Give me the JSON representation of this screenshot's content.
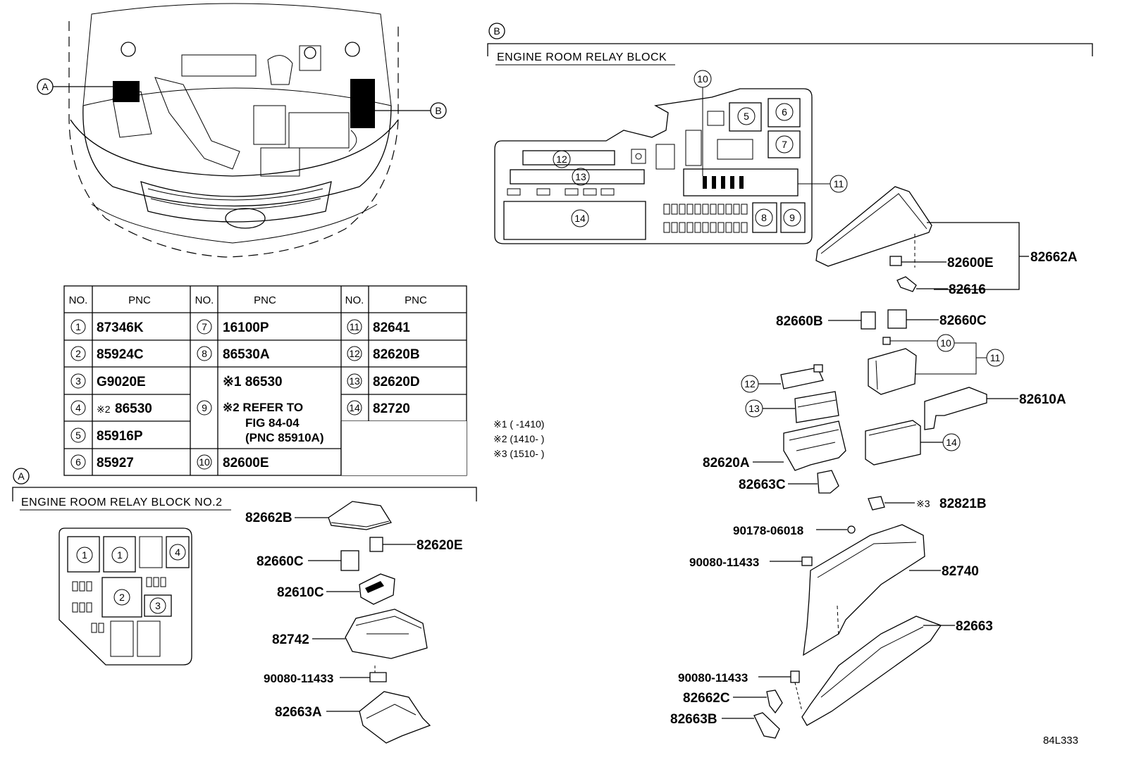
{
  "diagram": {
    "code": "84L333",
    "section_a": {
      "marker": "A",
      "title": "ENGINE ROOM RELAY BLOCK NO.2"
    },
    "section_b": {
      "marker": "B",
      "title": "ENGINE ROOM RELAY BLOCK"
    },
    "overview_markers": [
      "A",
      "B"
    ]
  },
  "pnc_table": {
    "headers": {
      "no": "NO.",
      "pnc": "PNC"
    },
    "rows": [
      {
        "no": "1",
        "pnc": "87346K"
      },
      {
        "no": "2",
        "pnc": "85924C"
      },
      {
        "no": "3",
        "pnc": "G9020E"
      },
      {
        "no": "4",
        "note": "※2",
        "pnc": "86530"
      },
      {
        "no": "5",
        "pnc": "85916P"
      },
      {
        "no": "6",
        "pnc": "85927"
      },
      {
        "no": "7",
        "pnc": "16100P"
      },
      {
        "no": "8",
        "pnc": "86530A"
      },
      {
        "no": "9",
        "lines": [
          "※1 86530",
          "※2 REFER TO",
          "FIG 84-04",
          "(PNC 85910A)"
        ]
      },
      {
        "no": "10",
        "pnc": "82600E"
      },
      {
        "no": "11",
        "pnc": "82641"
      },
      {
        "no": "12",
        "pnc": "82620B"
      },
      {
        "no": "13",
        "pnc": "82620D"
      },
      {
        "no": "14",
        "pnc": "82720"
      }
    ]
  },
  "notes": [
    "※1 (     -1410)",
    "※2 (1410-     )",
    "※3 (1510-     )"
  ],
  "block_a_numbers": [
    "1",
    "1",
    "2",
    "3",
    "4"
  ],
  "block_b_numbers": [
    "5",
    "6",
    "7",
    "8",
    "9",
    "10",
    "11",
    "12",
    "13",
    "14"
  ],
  "parts_a": {
    "p82662B": "82662B",
    "p82620E": "82620E",
    "p82660C": "82660C",
    "p82610C": "82610C",
    "p82742": "82742",
    "p90080": "90080-11433",
    "p82663A": "82663A"
  },
  "parts_b": {
    "p82662A": "82662A",
    "p82600E": "82600E",
    "p82616": "82616",
    "p82660B": "82660B",
    "p82660C": "82660C",
    "c10": "10",
    "c11": "11",
    "c12": "12",
    "c13": "13",
    "c14": "14",
    "p82610A": "82610A",
    "p82620A": "82620A",
    "p82663C": "82663C",
    "p82821B_note": "※3",
    "p82821B": "82821B",
    "p90178": "90178-06018",
    "p90080a": "90080-11433",
    "p82740": "82740",
    "p82663": "82663",
    "p90080b": "90080-11433",
    "p82662C": "82662C",
    "p82663B": "82663B"
  }
}
